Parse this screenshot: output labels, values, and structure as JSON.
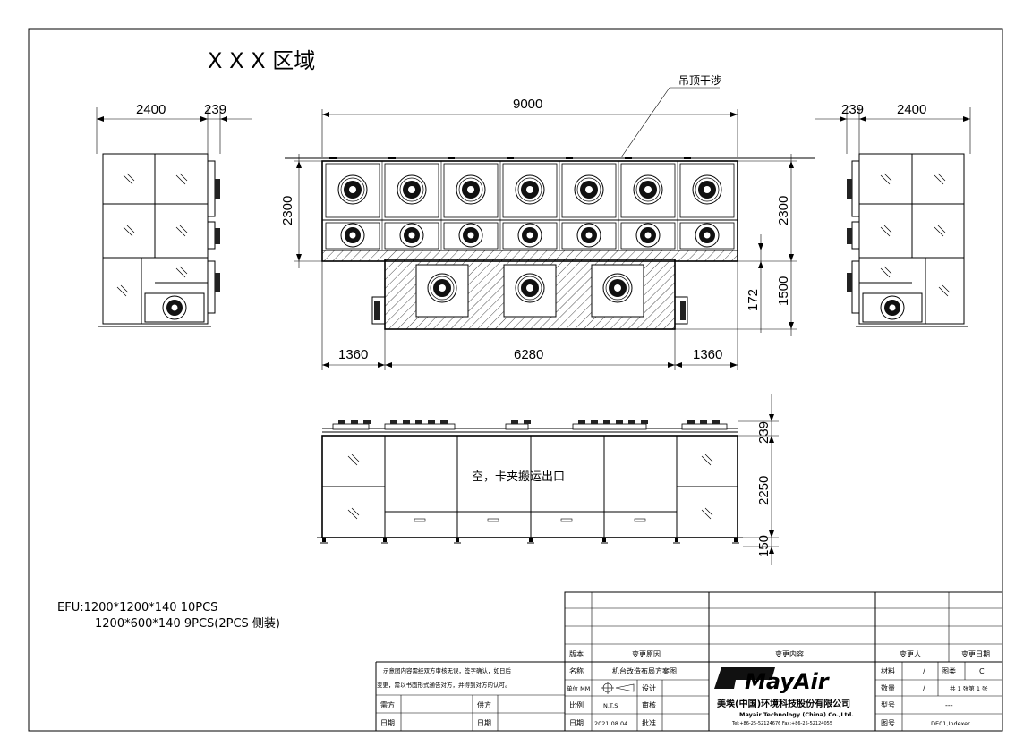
{
  "area_title": "X X X 区域",
  "callout": "吊顶干涉",
  "center_text": "空，卡夹搬运出口",
  "dims": {
    "left_w": "2400",
    "left_t": "239",
    "top_total": "9000",
    "right_t": "239",
    "right_w": "2400",
    "h_left": "2300",
    "h_right": "2300",
    "h_lower": "1500",
    "h_offset": "172",
    "bot_left": "1360",
    "bot_mid": "6280",
    "bot_right": "1360",
    "elev_top": "239",
    "elev_mid": "2250",
    "elev_bot": "150"
  },
  "notes": {
    "line1": "EFU:1200*1200*140   10PCS",
    "line2": "1200*600*140    9PCS(2PCS 侧装)"
  },
  "title_block": {
    "ver_label": "版本",
    "reason_label": "变更原因",
    "content_label": "变更内容",
    "person_label": "变更人",
    "date_label": "变更日期",
    "disclaimer1": "示意图内容需经双方审核无误，签字确认，如日后",
    "disclaimer2": "变更，需以书面形式通告对方，并得到对方的认可。",
    "demand_label": "需方",
    "supply_label": "供方",
    "date1_label": "日期",
    "date2_label": "日期",
    "name_label": "名称",
    "name_value": "机台改造布局方案图",
    "unit_label": "单位 MM",
    "design_label": "设计",
    "scale_label": "比例",
    "scale_value": "N.T.S",
    "review_label": "审核",
    "date_label2": "日期",
    "date_value": "2021.08.04",
    "approve_label": "批准",
    "logo": "MayAir",
    "company_cn": "美埃(中国)环境科技股份有限公司",
    "company_en": "Mayair Technology (China) Co.,Ltd.",
    "company_tel": "Tel:+86-25-52124676 Fax:+86-25-52124055",
    "material_label": "材料",
    "material_value": "/",
    "class_label": "图类",
    "class_value": "C",
    "qty_label": "数量",
    "qty_value": "/",
    "sheets": "共 1 张第 1 张",
    "model_label": "型号",
    "model_value": "---",
    "drawing_label": "图号",
    "drawing_value": "DE01,Indexer"
  }
}
